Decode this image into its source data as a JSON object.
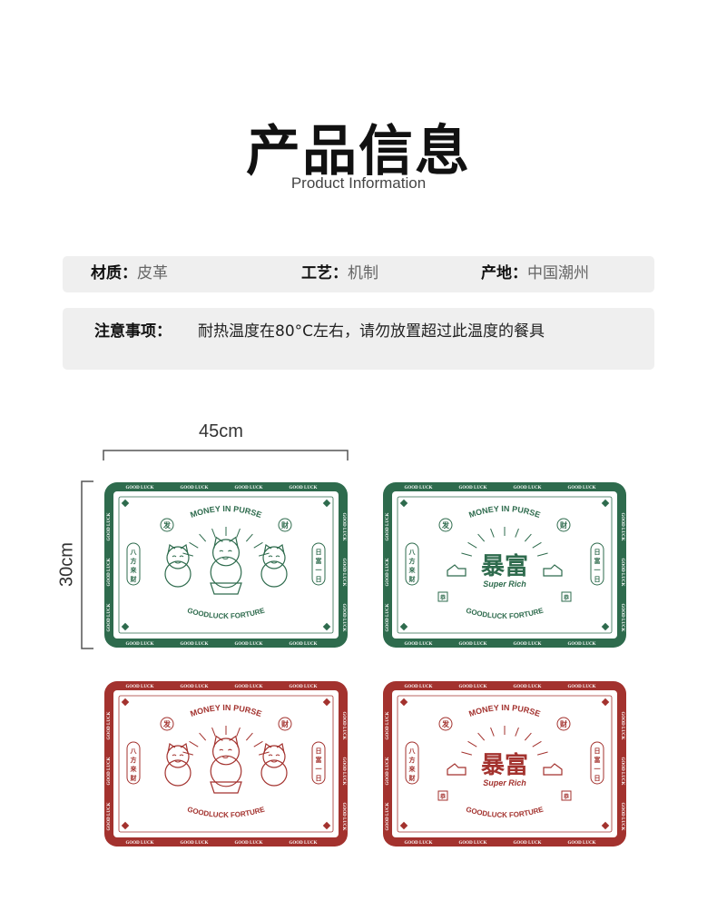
{
  "header": {
    "title_cn": "产品信息",
    "title_en": "Product Information"
  },
  "specs": [
    {
      "key": "材质：",
      "value": "皮革"
    },
    {
      "key": "工艺：",
      "value": "机制"
    },
    {
      "key": "产地：",
      "value": "中国潮州"
    }
  ],
  "note": {
    "key": "注意事项：",
    "value": "耐热温度在80°C左右，请勿放置超过此温度的餐具"
  },
  "dimensions": {
    "width": "45cm",
    "height": "30cm"
  },
  "colors": {
    "green": "#2e6b4d",
    "red": "#a3322e"
  },
  "mat_text": {
    "border": "GOOD LUCK",
    "top_arc": "MONEY IN PURSE",
    "bottom_arc": "GOODLUCK FORTURE",
    "left_seal": "八方来财",
    "right_seal": "日富一日",
    "tl_char": "发",
    "tr_char": "财",
    "main_cn": "暴富",
    "main_en": "Super Rich",
    "corner_char": "恭"
  },
  "mats": [
    {
      "name": "green-cats",
      "color": "green",
      "design": "cats"
    },
    {
      "name": "green-rich",
      "color": "green",
      "design": "rich"
    },
    {
      "name": "red-cats",
      "color": "red",
      "design": "cats"
    },
    {
      "name": "red-rich",
      "color": "red",
      "design": "rich"
    }
  ]
}
